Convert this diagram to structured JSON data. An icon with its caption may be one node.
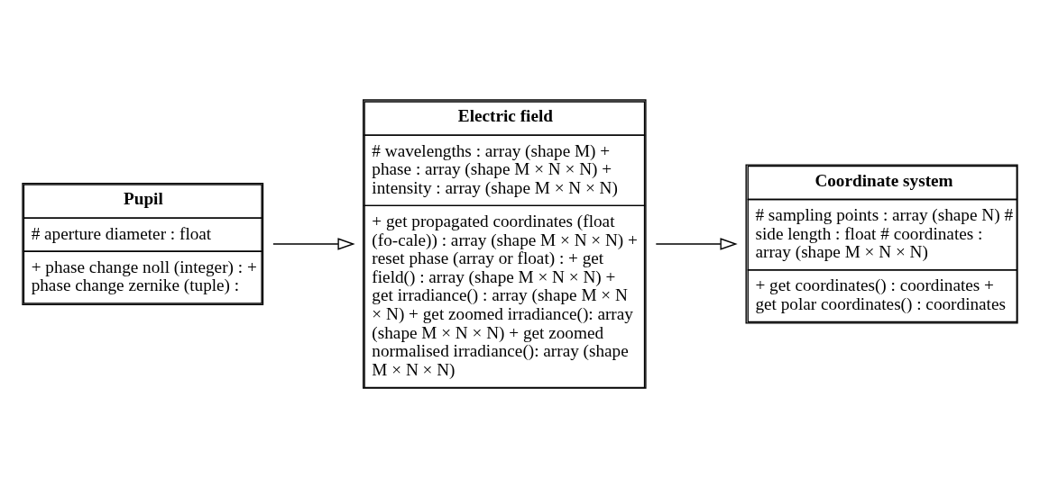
{
  "diagram": {
    "nodes": [
      {
        "text": [
          "Coordinate system",
          "# sampling points : array (shape N) # side length : float # coordinates : array (shape M × N × N)",
          "+ get coordinates() : coordinates + get polar coordinates() : coordinates"
        ]
      },
      {
        "text": [
          "Pupil",
          "# aperture diameter : float",
          "+ phase change noll (integer) : + phase change zernike (tuple) :"
        ]
      },
      {
        "text": [
          "Electric field",
          "# wavelengths : array (shape M) + phase : array (shape M × N × N) + intensity : array (shape M × N × N)",
          "+ get propagated coordinates (float (fo-cale)) : array (shape M × N × N) + reset phase (array or float) : + get field() : array (shape M × N × N) + get irradiance() : array (shape M × N × N) + get zoomed irradiance(): array (shape M × N × N) + get zoomed normalised irradiance(): array (shape M × N × N)"
        ]
      }
    ],
    "edges": [
      {
        "from": 2,
        "to": 0,
        "arrow": "to"
      },
      {
        "from": 1,
        "to": 2,
        "arrow": "to"
      }
    ]
  }
}
